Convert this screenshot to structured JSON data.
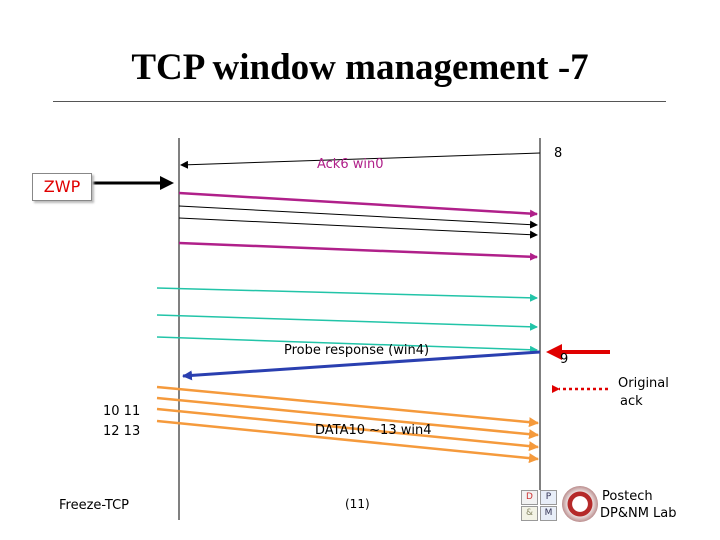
{
  "title": "TCP window management  -7",
  "zwp_label": "ZWP",
  "ack_label": "Ack6 win0",
  "seq_top": "8",
  "probe_label": "Probe response (win4)",
  "seq_mid": "9",
  "original_ack": [
    "Original",
    "ack"
  ],
  "seq_left": [
    "10 11",
    "12 13"
  ],
  "data_label": "DATA10 ~13 win4",
  "freeze_label": "Freeze-TCP",
  "page_number": "(11)",
  "lab": [
    "Postech",
    "DP&NM Lab"
  ],
  "colors": {
    "magenta": "#b0208a",
    "teal": "#22c4a8",
    "blue": "#2a3fb0",
    "orange": "#f59a3c",
    "red": "#e00000",
    "black": "#000000"
  },
  "icons": [
    "arrow-right-icon",
    "red-arrow-icon",
    "dotted-arrow-icon",
    "university-logo-icon",
    "university-seal-icon"
  ]
}
